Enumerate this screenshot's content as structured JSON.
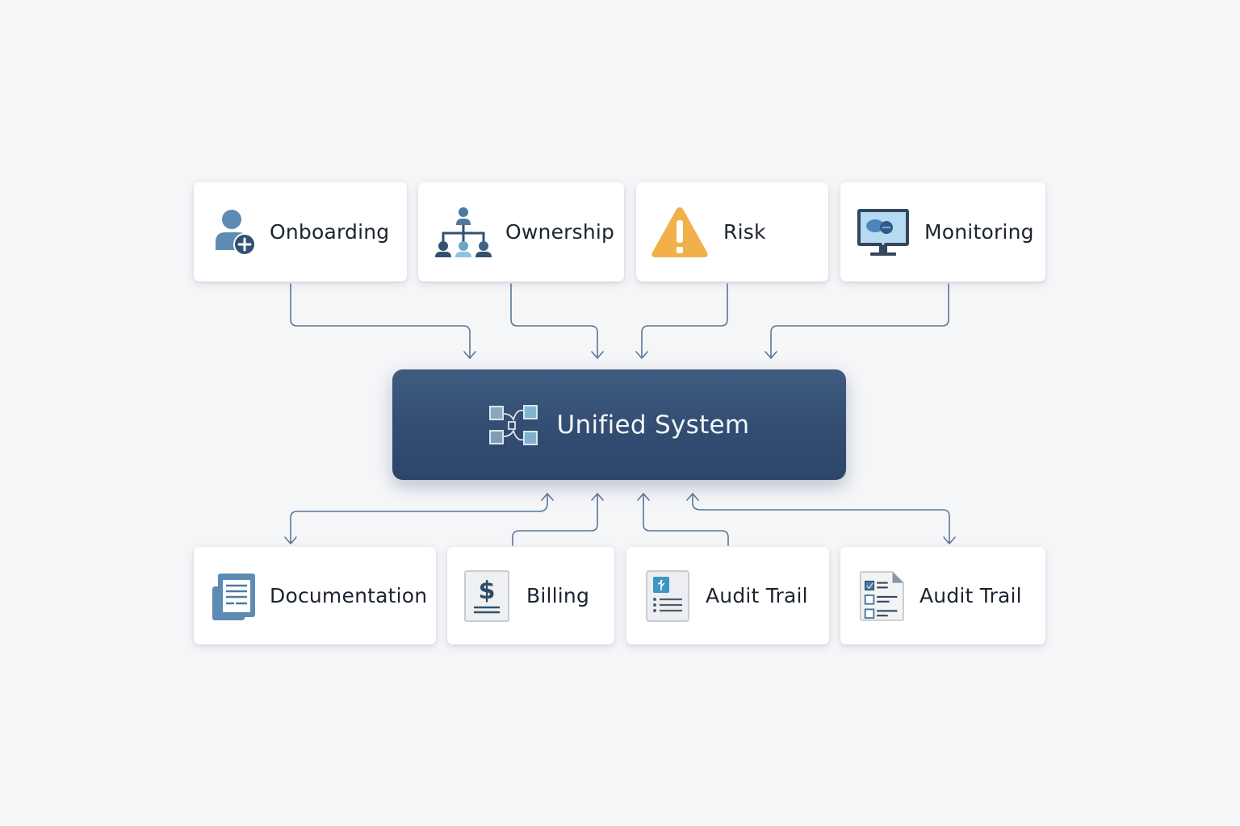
{
  "diagram": {
    "hub": {
      "label": "Unified System",
      "icon": "network-nodes-icon"
    },
    "top_nodes": [
      {
        "label": "Onboarding",
        "icon": "user-add-icon"
      },
      {
        "label": "Ownership",
        "icon": "org-chart-icon"
      },
      {
        "label": "Risk",
        "icon": "warning-triangle-icon"
      },
      {
        "label": "Monitoring",
        "icon": "monitor-icon"
      }
    ],
    "bottom_nodes": [
      {
        "label": "Documentation",
        "icon": "documents-icon"
      },
      {
        "label": "Billing",
        "icon": "dollar-invoice-icon"
      },
      {
        "label": "Audit Trail",
        "icon": "audit-document-icon"
      },
      {
        "label": "Audit Trail",
        "icon": "checklist-document-icon"
      }
    ],
    "edges": [
      {
        "from": "Onboarding",
        "to": "Unified System"
      },
      {
        "from": "Ownership",
        "to": "Unified System"
      },
      {
        "from": "Risk",
        "to": "Unified System"
      },
      {
        "from": "Monitoring",
        "to": "Unified System"
      },
      {
        "from": "Unified System",
        "to": "Documentation"
      },
      {
        "from": "Billing",
        "to": "Unified System"
      },
      {
        "from": "Audit Trail",
        "to": "Unified System"
      },
      {
        "from": "Unified System",
        "to": "Audit Trail"
      }
    ],
    "colors": {
      "background": "#f5f6f8",
      "hub": "#34507a",
      "connector": "#5a7697",
      "warning": "#f2b04a",
      "icon_primary": "#5d8bb3",
      "icon_dark": "#34506f"
    }
  }
}
